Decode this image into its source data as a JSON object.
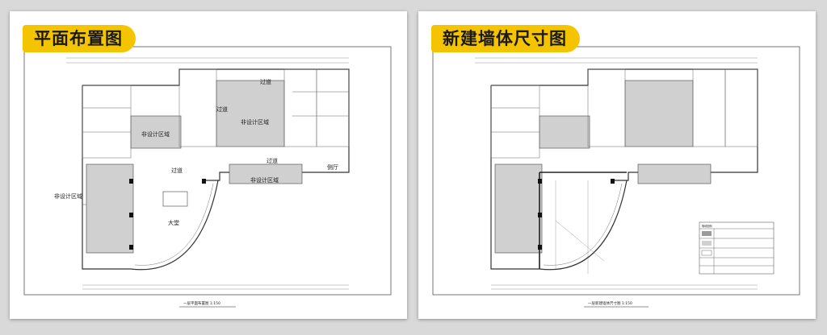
{
  "sheets": [
    {
      "tag": "平面布置图",
      "caption": "一层平面布置图  1:150",
      "labels": {
        "corridor_top": "过道",
        "corridor_mid": "过道",
        "corridor_left": "过道",
        "corridor_right": "过道",
        "nondesign_top": "非设计区域",
        "nondesign_mid": "非设计区域",
        "nondesign_left": "非设计区域",
        "nondesign_right": "非设计区域",
        "side_hall": "侧厅",
        "lobby": "大堂"
      }
    },
    {
      "tag": "新建墙体尺寸图",
      "caption": "一层新建墙体尺寸图  1:150",
      "legend_title": "隔墙图例",
      "legend_rows": [
        "",
        "",
        "",
        "",
        ""
      ],
      "note": "",
      "colors": {
        "wall": "#6a6a6a",
        "hatch": "#b8b8b8"
      }
    }
  ],
  "colors": {
    "tag_bg": "#f5c400",
    "background": "#d9d9d9",
    "sheet": "#ffffff"
  }
}
